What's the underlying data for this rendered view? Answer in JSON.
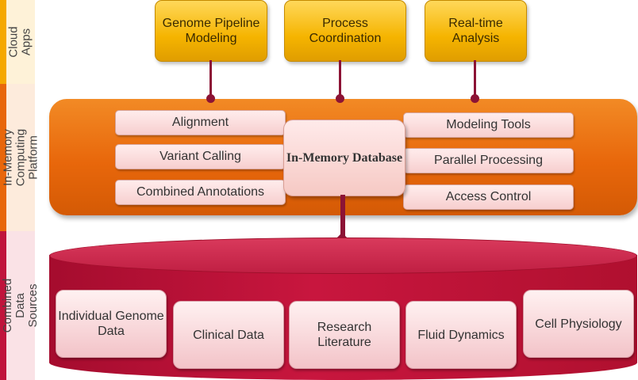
{
  "layers": {
    "cloud": "Cloud Apps",
    "platform": "In-Memory Computing Platform",
    "sources": "Combined Data Sources"
  },
  "apps": [
    "Genome Pipeline Modeling",
    "Process Coordination",
    "Real-time Analysis"
  ],
  "platform": {
    "left_tools": [
      "Alignment",
      "Variant Calling",
      "Combined Annotations"
    ],
    "center": "In-Memory Database",
    "right_tools": [
      "Modeling Tools",
      "Parallel Processing",
      "Access Control"
    ]
  },
  "data_sources": [
    "Individual Genome Data",
    "Clinical Data",
    "Research Literature",
    "Fluid Dynamics",
    "Cell Physiology"
  ],
  "colors": {
    "cloud_band": "#f5a800",
    "platform_band": "#e8670b",
    "sources_band": "#c0143c",
    "connector": "#8c1335"
  }
}
